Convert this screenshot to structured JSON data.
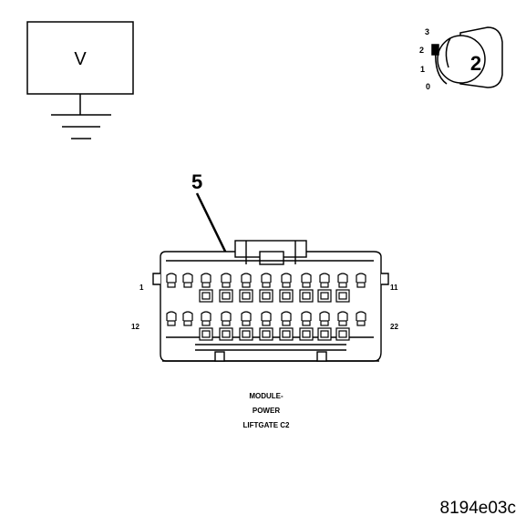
{
  "voltmeter": {
    "label": "V"
  },
  "ignition": {
    "positions": [
      "3",
      "2",
      "1",
      "0"
    ],
    "key_number": "2"
  },
  "callout": {
    "pin": "5"
  },
  "connector": {
    "pin_labels": {
      "top_left": "1",
      "top_right": "11",
      "bottom_left": "12",
      "bottom_right": "22"
    },
    "caption_lines": [
      "MODULE-",
      "POWER",
      "LIFTGATE C2"
    ]
  },
  "figure_id": "8194e03c"
}
